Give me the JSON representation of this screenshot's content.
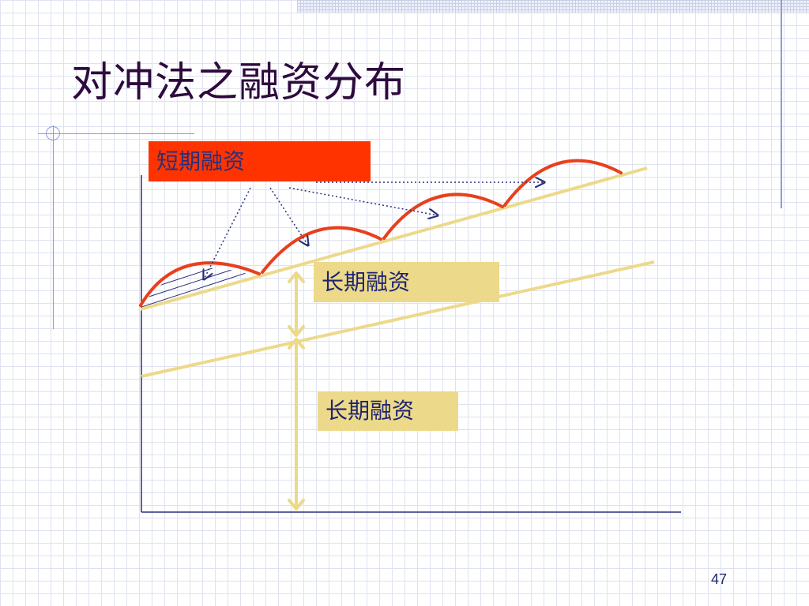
{
  "slide": {
    "title": "对冲法之融资分布",
    "page_number": "47"
  },
  "labels": {
    "short_term": "短期融资",
    "long_term_upper": "长期融资",
    "long_term_lower": "长期融资"
  },
  "colors": {
    "title": "#2e0a3e",
    "short_term_box": "#ff3300",
    "long_term_box": "#ecd98a",
    "trend_line": "#ecd98a",
    "hump_curve": "#e8401c",
    "axis": "#2a2f7a",
    "pointer_arrows": "#2a2f7a",
    "grid": "#dfe3f1"
  }
}
